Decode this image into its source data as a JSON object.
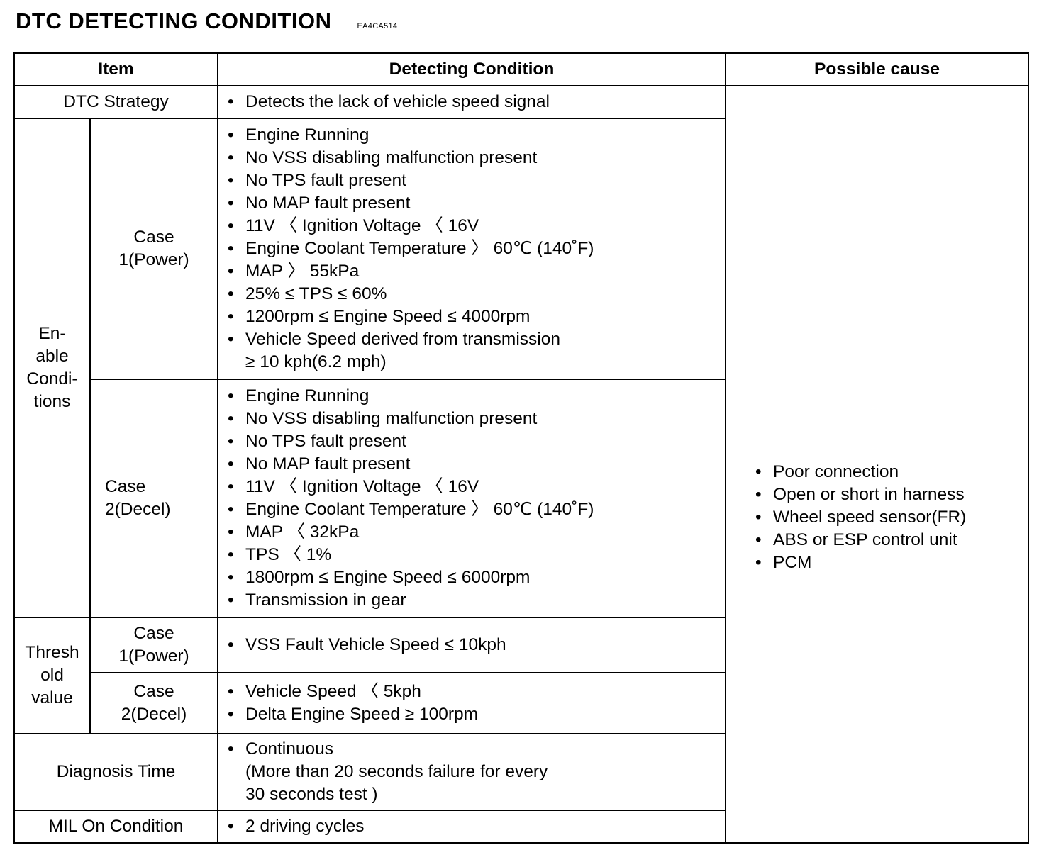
{
  "page": {
    "title": "DTC DETECTING CONDITION",
    "code": "EA4CA514"
  },
  "table": {
    "headers": {
      "item": "Item",
      "detecting_condition": "Detecting Condition",
      "possible_cause": "Possible cause"
    },
    "rows": {
      "dtc_strategy": {
        "label": "DTC Strategy",
        "conditions": [
          "Detects the lack of vehicle speed signal"
        ]
      },
      "enable_conditions": {
        "label": "En-\nable\nCondi-\ntions",
        "case1": {
          "label": "Case\n1(Power)",
          "conditions": [
            "Engine Running",
            "No VSS disabling malfunction present",
            "No TPS fault present",
            "No MAP fault present",
            "11V 〈 Ignition Voltage 〈 16V",
            "Engine Coolant Temperature 〉 60℃ (140˚F)",
            "MAP 〉 55kPa",
            "25% ≤  TPS ≤  60%",
            "1200rpm ≤  Engine Speed ≤  4000rpm",
            "Vehicle Speed derived from transmission\n≥  10 kph(6.2 mph)"
          ]
        },
        "case2": {
          "label": "Case\n2(Decel)",
          "conditions": [
            "Engine Running",
            "No VSS disabling malfunction present",
            "No TPS fault present",
            "No MAP fault present",
            "11V 〈 Ignition Voltage 〈 16V",
            "Engine Coolant Temperature 〉 60℃ (140˚F)",
            "MAP 〈 32kPa",
            "TPS 〈 1%",
            "1800rpm ≤  Engine Speed ≤  6000rpm",
            "Transmission in gear"
          ]
        }
      },
      "threshold_value": {
        "label": "Thresh\nold\nvalue",
        "case1": {
          "label": "Case\n1(Power)",
          "conditions": [
            "VSS Fault Vehicle Speed ≤  10kph"
          ]
        },
        "case2": {
          "label": "Case\n2(Decel)",
          "conditions": [
            "Vehicle Speed 〈 5kph",
            "Delta Engine Speed ≥  100rpm"
          ]
        }
      },
      "diagnosis_time": {
        "label": "Diagnosis Time",
        "conditions": [
          "Continuous\n(More than 20 seconds failure for every\n30 seconds test )"
        ]
      },
      "mil_on_condition": {
        "label": "MIL On Condition",
        "conditions": [
          "2 driving cycles"
        ]
      }
    },
    "possible_causes": [
      "Poor connection",
      "Open or short in harness",
      "Wheel speed sensor(FR)",
      "ABS or ESP control unit",
      "PCM"
    ]
  }
}
